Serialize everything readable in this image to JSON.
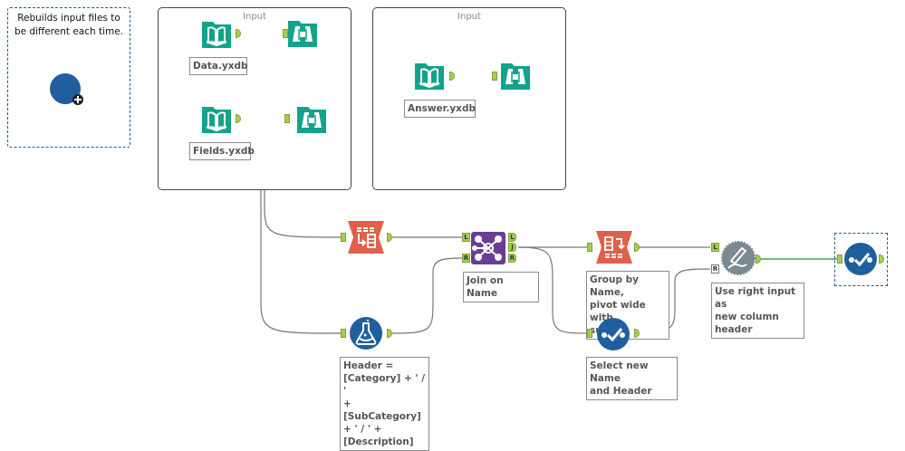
{
  "comment": {
    "text": "Rebuilds input files to be different each time.",
    "icon": "macro-circle-icon",
    "color": "#1f5f9e"
  },
  "containers": [
    {
      "title": "Input"
    },
    {
      "title": "Input"
    }
  ],
  "tools": {
    "data_input": {
      "label": "Data.yxdb",
      "icon": "book-input-icon"
    },
    "fields_input": {
      "label": "Fields.yxdb",
      "icon": "book-input-icon"
    },
    "answer_input": {
      "label": "Answer.yxdb",
      "icon": "book-input-icon"
    },
    "browse1": {
      "icon": "binoculars-icon"
    },
    "browse2": {
      "icon": "binoculars-icon"
    },
    "browse3": {
      "icon": "binoculars-icon"
    },
    "transpose": {
      "icon": "transpose-icon"
    },
    "formula": {
      "label": "Header =\n[Category] + ' / '\n+ [SubCategory]\n+ ' / ' +\n[Description]",
      "icon": "flask-icon"
    },
    "join": {
      "label": "Join on Name",
      "icon": "join-icon",
      "anchors_in": [
        "L",
        "R"
      ],
      "anchors_out": [
        "L",
        "J",
        "R"
      ]
    },
    "crosstab": {
      "label": "Group by Name,\npivot wide with\nsum",
      "icon": "crosstab-icon"
    },
    "select": {
      "label": "Select new Name\nand Header",
      "icon": "select-check-icon"
    },
    "dynamic_rename": {
      "label": "Use right input as\nnew column\nheader",
      "icon": "dynamic-rename-icon",
      "anchors_in": [
        "L",
        "R"
      ]
    },
    "final_select": {
      "icon": "select-check-icon"
    }
  },
  "colors": {
    "input_teal": "#12a38a",
    "transform_orange": "#e0604a",
    "join_purple": "#6a3d94",
    "prep_blue": "#1f5f9e",
    "developer_gray": "#7a8a90",
    "anchor_green": "#a8cf4c",
    "wire_gray": "#777777",
    "wire_green": "#3aa845"
  }
}
